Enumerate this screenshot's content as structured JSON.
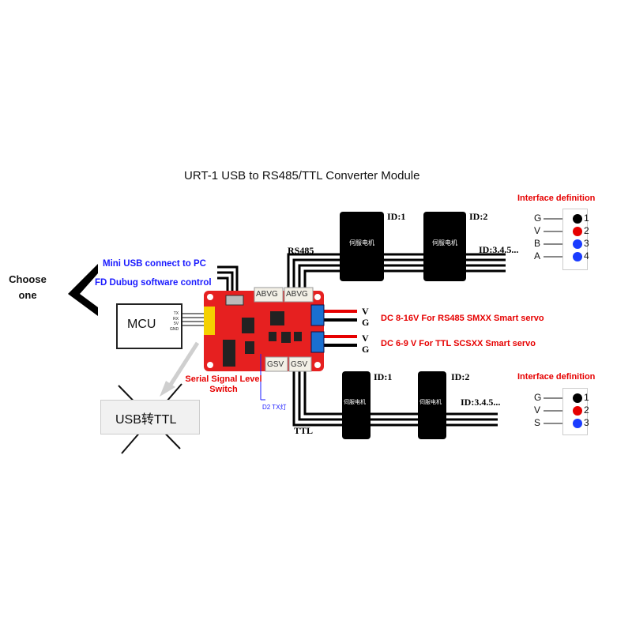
{
  "title": "URT-1 USB to RS485/TTL Converter Module",
  "choose": "Choose one",
  "mcu": {
    "label": "MCU",
    "pins": [
      "TX",
      "RX",
      "5V",
      "GND"
    ]
  },
  "usb_ttl": {
    "label": "USB转TTL"
  },
  "annotations": {
    "mini_usb": "Mini USB connect to PC",
    "fd_debug": "FD Dubug software control",
    "serial_switch": "Serial Signal Level Switch",
    "d2": "D2 TX灯"
  },
  "board": {
    "abvg_1": "ABVG",
    "abvg_2": "ABVG",
    "gsv_1": "GSV",
    "gsv_2": "GSV"
  },
  "rs485": {
    "bus_label": "RS485",
    "servo_ids": [
      "ID:1",
      "ID:2"
    ],
    "more_ids": "ID:3.4.5...",
    "motor_text": "伺服电机",
    "power_v": "V",
    "power_g": "G",
    "power_note": "DC 8-16V For RS485 SMXX Smart servo",
    "interface_title": "Interface definition",
    "pins": [
      {
        "name": "G",
        "num": "1",
        "color": "#000000"
      },
      {
        "name": "V",
        "num": "2",
        "color": "#e60000"
      },
      {
        "name": "B",
        "num": "3",
        "color": "#1a3cff"
      },
      {
        "name": "A",
        "num": "4",
        "color": "#1a3cff"
      }
    ]
  },
  "ttl": {
    "bus_label": "TTL",
    "servo_ids": [
      "ID:1",
      "ID:2"
    ],
    "more_ids": "ID:3.4.5...",
    "motor_text": "伺服电机",
    "power_v": "V",
    "power_g": "G",
    "power_note": "DC 6-9 V For TTL SCSXX Smart servo",
    "interface_title": "Interface definition",
    "pins": [
      {
        "name": "G",
        "num": "1",
        "color": "#000000"
      },
      {
        "name": "V",
        "num": "2",
        "color": "#e60000"
      },
      {
        "name": "S",
        "num": "3",
        "color": "#1a3cff"
      }
    ]
  }
}
